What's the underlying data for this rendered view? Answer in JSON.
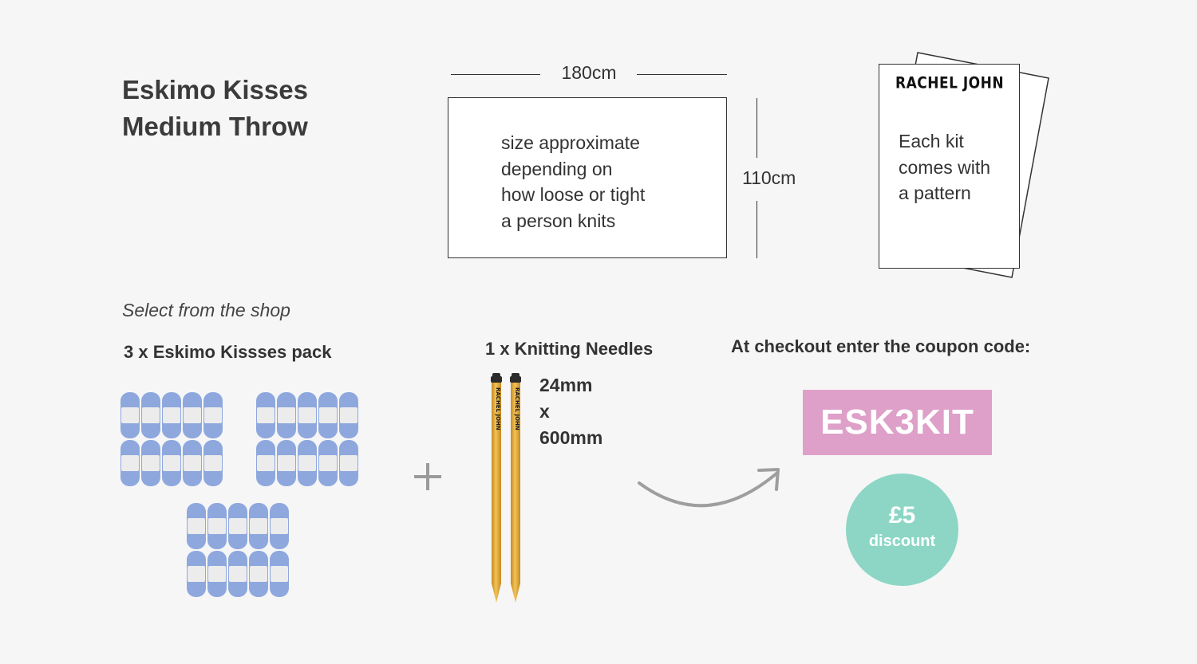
{
  "title": {
    "line1": "Eskimo Kisses",
    "line2": "Medium Throw"
  },
  "dimensions": {
    "width": "180cm",
    "height": "110cm"
  },
  "size_note": {
    "line1": "size approximate",
    "line2": "depending on",
    "line3": "how loose or tight",
    "line4": "a person knits"
  },
  "pattern": {
    "brand": "RACHEL JOHN",
    "line1": "Each kit",
    "line2": "comes with",
    "line3": "a pattern"
  },
  "shop": {
    "select_label": "Select from the shop",
    "pack_label": "3 x Eskimo Kissses pack",
    "pack_count": 3
  },
  "needles": {
    "label": "1 x Knitting Needles",
    "size_line1": "24mm",
    "size_line2": "x",
    "size_line3": "600mm",
    "engraving": "RACHEL JOHN"
  },
  "coupon": {
    "label": "At checkout enter the coupon code:",
    "code": "ESK3KIT"
  },
  "discount": {
    "amount": "£5",
    "word": "discount"
  },
  "colors": {
    "yarn_blue": "#8ea8de",
    "yarn_band": "#ececec",
    "coupon_pink": "#dea0c9",
    "discount_teal": "#8dd6c5",
    "needle_wood": "#e0ad3a"
  }
}
